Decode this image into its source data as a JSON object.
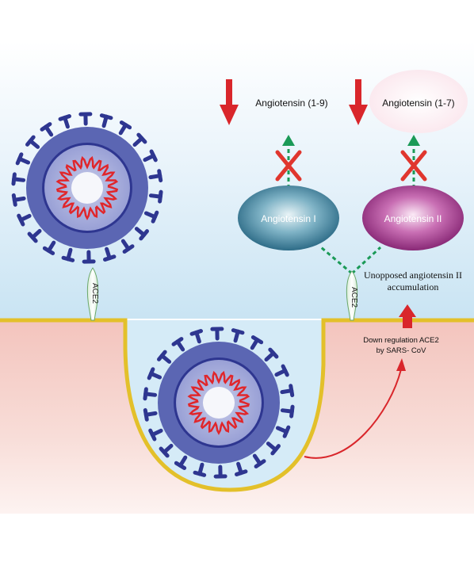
{
  "labels": {
    "ang19": "Angiotensin (1-9)",
    "ang17": "Angiotensin (1-7)",
    "ang1": "Angiotensin I",
    "ang2": "Angiotensin II",
    "ace2_left": "ACE2",
    "ace2_right": "ACE2",
    "unopposed_line1": "Unopposed angiotensin II",
    "unopposed_line2": "accumulation",
    "downreg_line1": "Down regulation ACE2",
    "downreg_line2": "by  SARS- CoV"
  },
  "colors": {
    "arrow_red": "#d9262b",
    "x_red": "#e0362e",
    "dash_green": "#1b9a57",
    "membrane": "#e3c02a",
    "virus_blue": "#5b66b3",
    "spike_blue": "#2e3690",
    "rna_red": "#e0262b",
    "ang1_teal": "#2f7f9d",
    "ang2_purple": "#a5338f"
  },
  "icons": {
    "down_arrow": "down-arrow-icon",
    "up_arrow": "up-arrow-icon",
    "block_x": "cross-icon",
    "virus": "coronavirus-icon"
  }
}
